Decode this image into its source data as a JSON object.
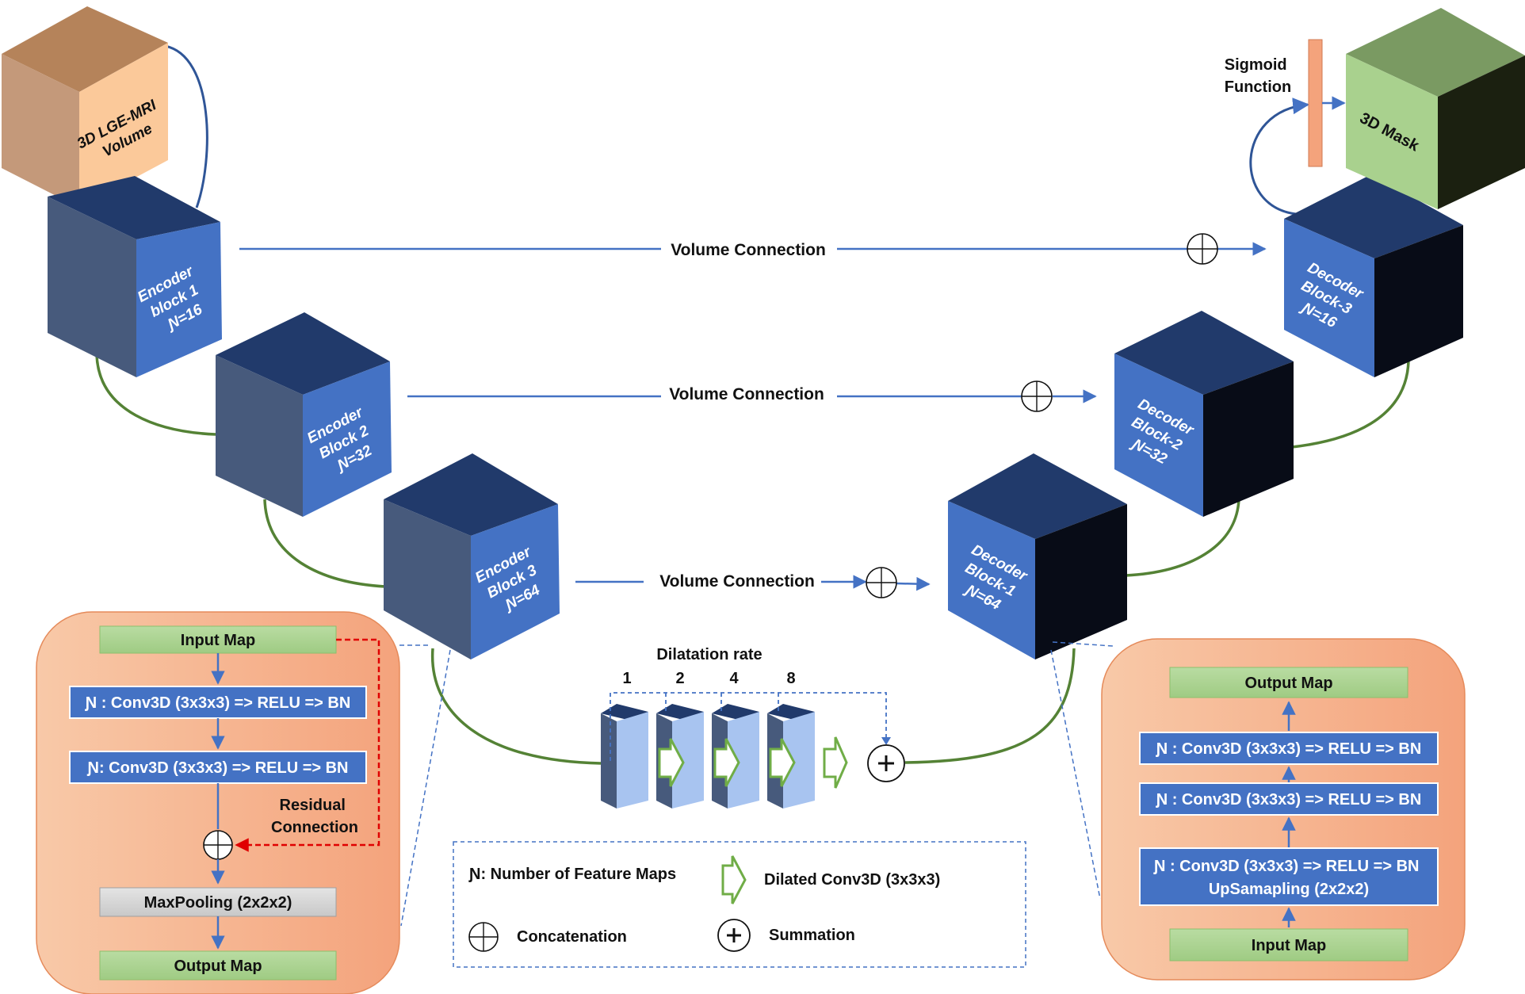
{
  "input_volume": {
    "line1": "3D LGE-MRI",
    "line2": "Volume"
  },
  "output_mask": {
    "label": "3D Mask"
  },
  "sigmoid": {
    "line1": "Sigmoid",
    "line2": "Function"
  },
  "encoders": [
    {
      "line1": "Encoder",
      "line2": "block 1",
      "line3": "Ɲ=16"
    },
    {
      "line1": "Encoder",
      "line2": "Block 2",
      "line3": "Ɲ=32"
    },
    {
      "line1": "Encoder",
      "line2": "Block 3",
      "line3": "Ɲ=64"
    }
  ],
  "decoders": [
    {
      "line1": "Decoder",
      "line2": "Block-1",
      "line3": "Ɲ=64"
    },
    {
      "line1": "Decoder",
      "line2": "Block-2",
      "line3": "Ɲ=32"
    },
    {
      "line1": "Decoder",
      "line2": "Block-3",
      "line3": "Ɲ=16"
    }
  ],
  "connections": {
    "top": "Volume Connection",
    "middle": "Volume Connection",
    "bottom": "Volume Connection"
  },
  "dilation": {
    "title": "Dilatation rate",
    "rates": [
      "1",
      "2",
      "4",
      "8"
    ]
  },
  "encoder_detail": {
    "input": "Input Map",
    "conv1": "Ɲ : Conv3D (3x3x3) => RELU => BN",
    "conv2": "Ɲ: Conv3D (3x3x3) => RELU => BN",
    "residual_line1": "Residual",
    "residual_line2": "Connection",
    "pool": "MaxPooling (2x2x2)",
    "output": "Output Map"
  },
  "decoder_detail": {
    "output": "Output Map",
    "conv1": "Ɲ : Conv3D (3x3x3) => RELU => BN",
    "conv2": "Ɲ : Conv3D (3x3x3) => RELU => BN",
    "conv3_line1": "Ɲ : Conv3D (3x3x3) => RELU => BN",
    "conv3_line2": "UpSamapling (2x2x2)",
    "input": "Input Map"
  },
  "legend": {
    "feature_maps": "Ɲ: Number of Feature Maps",
    "dilated": "Dilated Conv3D (3x3x3)",
    "concat": "Concatenation",
    "sum": "Summation"
  },
  "colors": {
    "cube_top": "#213a6b",
    "cube_left": "#475a7c",
    "cube_front": "#4472c4",
    "cube_dark": "#080c17",
    "green_link": "#548235",
    "blue_link": "#4472c4",
    "panel_fill": "#f4b183",
    "green_box": "#a9d18e",
    "red_dash": "#e00000"
  }
}
